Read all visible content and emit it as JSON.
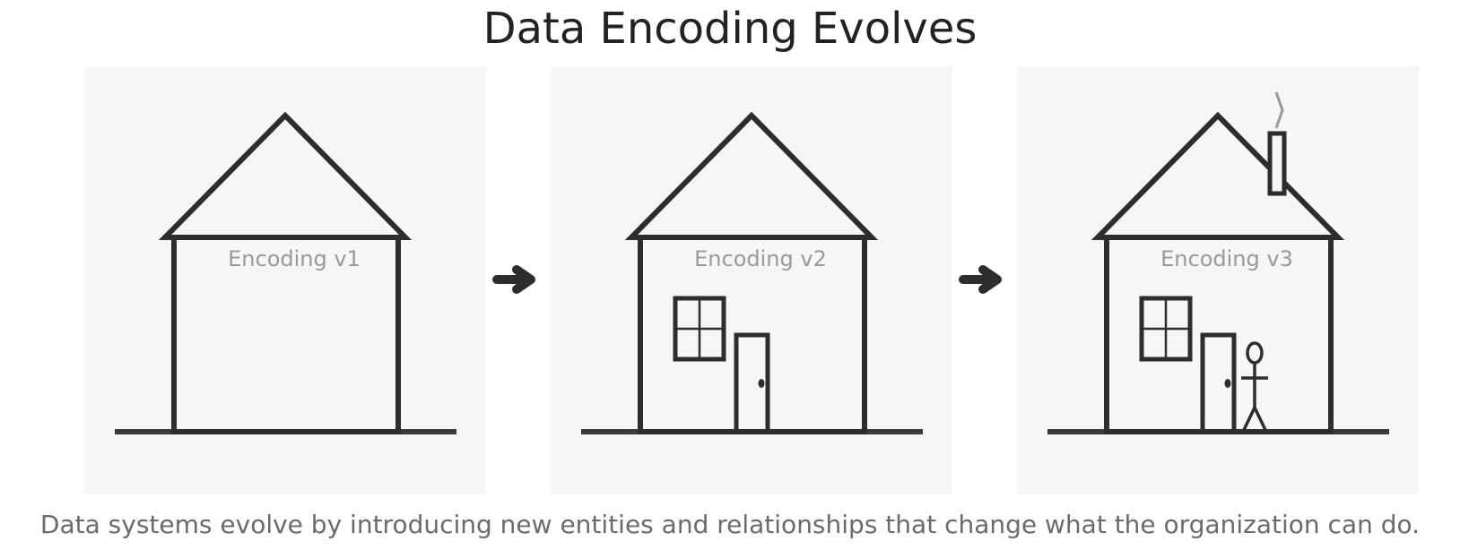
{
  "title": "Data Encoding Evolves",
  "caption": "Data systems evolve by introducing new entities and relationships that change what the organization can do.",
  "panels": [
    {
      "label": "Encoding v1"
    },
    {
      "label": "Encoding v2"
    },
    {
      "label": "Encoding v3"
    }
  ],
  "colors": {
    "panel_bg": "#f6f6f6",
    "stroke": "#2d2d2d",
    "label": "#999999",
    "smoke": "#999999"
  }
}
